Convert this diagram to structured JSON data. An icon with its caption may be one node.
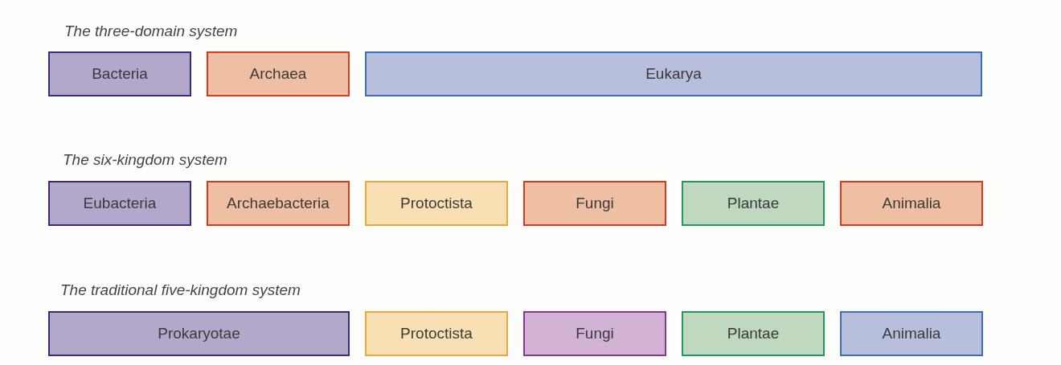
{
  "diagram": {
    "nodes": [
      {
        "text": [
          "Bacteria"
        ]
      },
      {
        "text": [
          "Archaea"
        ]
      },
      {
        "text": [
          "Eukarya"
        ]
      },
      {
        "text": [
          "Eubacteria"
        ]
      },
      {
        "text": [
          "Archaebacteria"
        ]
      },
      {
        "text": [
          "Protoctista"
        ]
      },
      {
        "text": [
          "Fungi"
        ]
      },
      {
        "text": [
          "Plantae"
        ]
      },
      {
        "text": [
          "Animalia"
        ]
      },
      {
        "text": [
          "Prokaryotae"
        ]
      },
      {
        "text": [
          "Protoctista"
        ]
      },
      {
        "text": [
          "Fungi"
        ]
      },
      {
        "text": [
          "Plantae"
        ]
      },
      {
        "text": [
          "Animalia"
        ]
      }
    ],
    "labels": [
      "The three-domain system",
      "The six-kingdom system",
      "The traditional five-kingdom system"
    ]
  }
}
